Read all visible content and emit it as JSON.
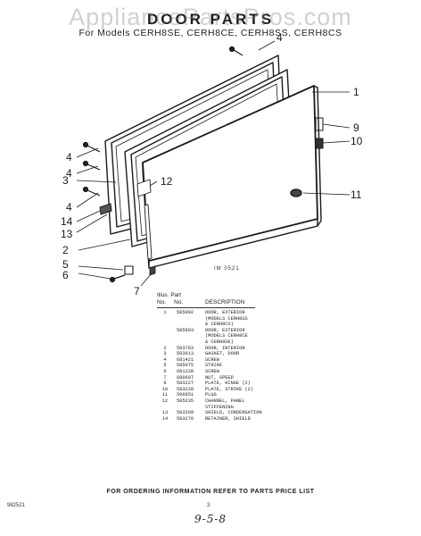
{
  "watermark": "AppliancePartsPros.com",
  "title": "DOOR PARTS",
  "subtitle": "For Models CERH8SE, CERH8CE, CERH8SS, CERH8CS",
  "diagram_code": "IM 0521",
  "callouts": [
    "1",
    "2",
    "3",
    "4",
    "4",
    "4",
    "4",
    "5",
    "6",
    "7",
    "9",
    "10",
    "11",
    "12",
    "13",
    "14"
  ],
  "parts_header": {
    "illus_top": "Illus.",
    "part_top": "Part",
    "illus_bottom": "No.",
    "part_bottom": "No.",
    "description": "DESCRIPTION"
  },
  "parts": [
    {
      "illus": "1",
      "part": "585992",
      "desc": "DOOR, EXTERIOR"
    },
    {
      "illus": "",
      "part": "",
      "desc": "(MODELS CERH8SS"
    },
    {
      "illus": "",
      "part": "",
      "desc": "& CERH8CS)"
    },
    {
      "illus": "",
      "part": "585993",
      "desc": "DOOR, EXTERIOR"
    },
    {
      "illus": "",
      "part": "",
      "desc": "(MODELS CERH8CE"
    },
    {
      "illus": "",
      "part": "",
      "desc": "& CERH8SE)"
    },
    {
      "illus": "2",
      "part": "593703",
      "desc": "DOOR, INTERIOR"
    },
    {
      "illus": "3",
      "part": "593613",
      "desc": "GASKET, DOOR"
    },
    {
      "illus": "4",
      "part": "681421",
      "desc": "SCREW"
    },
    {
      "illus": "5",
      "part": "585075",
      "desc": "STRIKE"
    },
    {
      "illus": "6",
      "part": "681228",
      "desc": "SCREW"
    },
    {
      "illus": "7",
      "part": "680687",
      "desc": "NUT, SPEED"
    },
    {
      "illus": "9",
      "part": "583227",
      "desc": "PLATE, HINGE (2)"
    },
    {
      "illus": "10",
      "part": "583228",
      "desc": "PLATE, STRIKE (2)"
    },
    {
      "illus": "11",
      "part": "596651",
      "desc": "PLUG"
    },
    {
      "illus": "12",
      "part": "585235",
      "desc": "CHANNEL, PANEL"
    },
    {
      "illus": "",
      "part": "",
      "desc": "STIFFENING"
    },
    {
      "illus": "13",
      "part": "583269",
      "desc": "SHIELD, CONDENSATION"
    },
    {
      "illus": "14",
      "part": "583270",
      "desc": "RETAINER, SHIELD"
    }
  ],
  "footer": "FOR ORDERING INFORMATION REFER TO PARTS PRICE LIST",
  "page_number": "3",
  "left_code": "982521",
  "date": "9-5-8"
}
